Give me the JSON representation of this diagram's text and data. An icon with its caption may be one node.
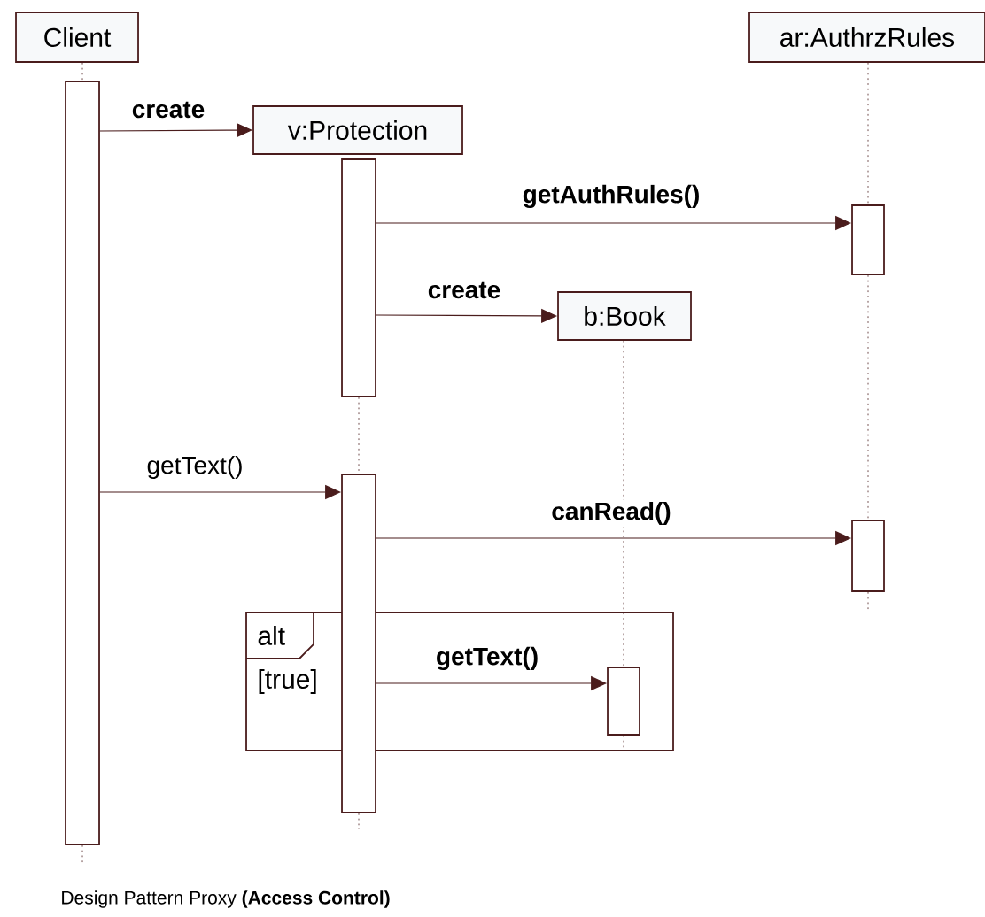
{
  "diagram": {
    "caption": "Design Pattern Proxy **(Access Control)**",
    "nodes": [
      {
        "text": [
          "Client"
        ]
      },
      {
        "text": [
          "ar:AuthrzRules"
        ]
      },
      {
        "text": [
          "v:Protection"
        ]
      },
      {
        "text": [
          "b:Book"
        ]
      },
      {
        "text": [
          "alt",
          "[true]"
        ]
      },
      {
        "text": [],
        "shape": "bar"
      },
      {
        "text": [],
        "shape": "bar"
      },
      {
        "text": [],
        "shape": "bar"
      },
      {
        "text": [],
        "shape": "bar"
      },
      {
        "text": [],
        "shape": "bar"
      },
      {
        "text": [],
        "shape": "bar",
        "in": 4
      }
    ],
    "edges": [
      {
        "from": 5,
        "to": 2,
        "arrow": "to",
        "label": "**create**"
      },
      {
        "from": 6,
        "to": 7,
        "arrow": "to",
        "label": "**getAuthRules()**"
      },
      {
        "from": 6,
        "to": 3,
        "arrow": "to",
        "label": "**create**"
      },
      {
        "from": 5,
        "to": 8,
        "arrow": "to",
        "label": "getText()"
      },
      {
        "from": 8,
        "to": 9,
        "arrow": "to",
        "label": "**canRead()**"
      },
      {
        "from": 8,
        "to": 10,
        "arrow": "to",
        "label": "**getText()**"
      },
      {
        "from": 0,
        "to": 5,
        "arrow": "none",
        "style": "dashed"
      },
      {
        "from": 6,
        "to": 8,
        "arrow": "none",
        "style": "dashed"
      },
      {
        "from": 1,
        "to": 7,
        "arrow": "none",
        "style": "dashed"
      },
      {
        "from": 7,
        "to": 9,
        "arrow": "none",
        "style": "dashed"
      },
      {
        "from": 3,
        "to": 10,
        "arrow": "none",
        "style": "dashed"
      },
      {
        "from": 5,
        "to": null,
        "arrow": "none",
        "style": "dashed"
      },
      {
        "from": 8,
        "to": null,
        "arrow": "none",
        "style": "dashed"
      },
      {
        "from": 9,
        "to": null,
        "arrow": "none",
        "style": "dashed"
      },
      {
        "from": 10,
        "to": null,
        "arrow": "none",
        "style": "dashed"
      }
    ]
  }
}
